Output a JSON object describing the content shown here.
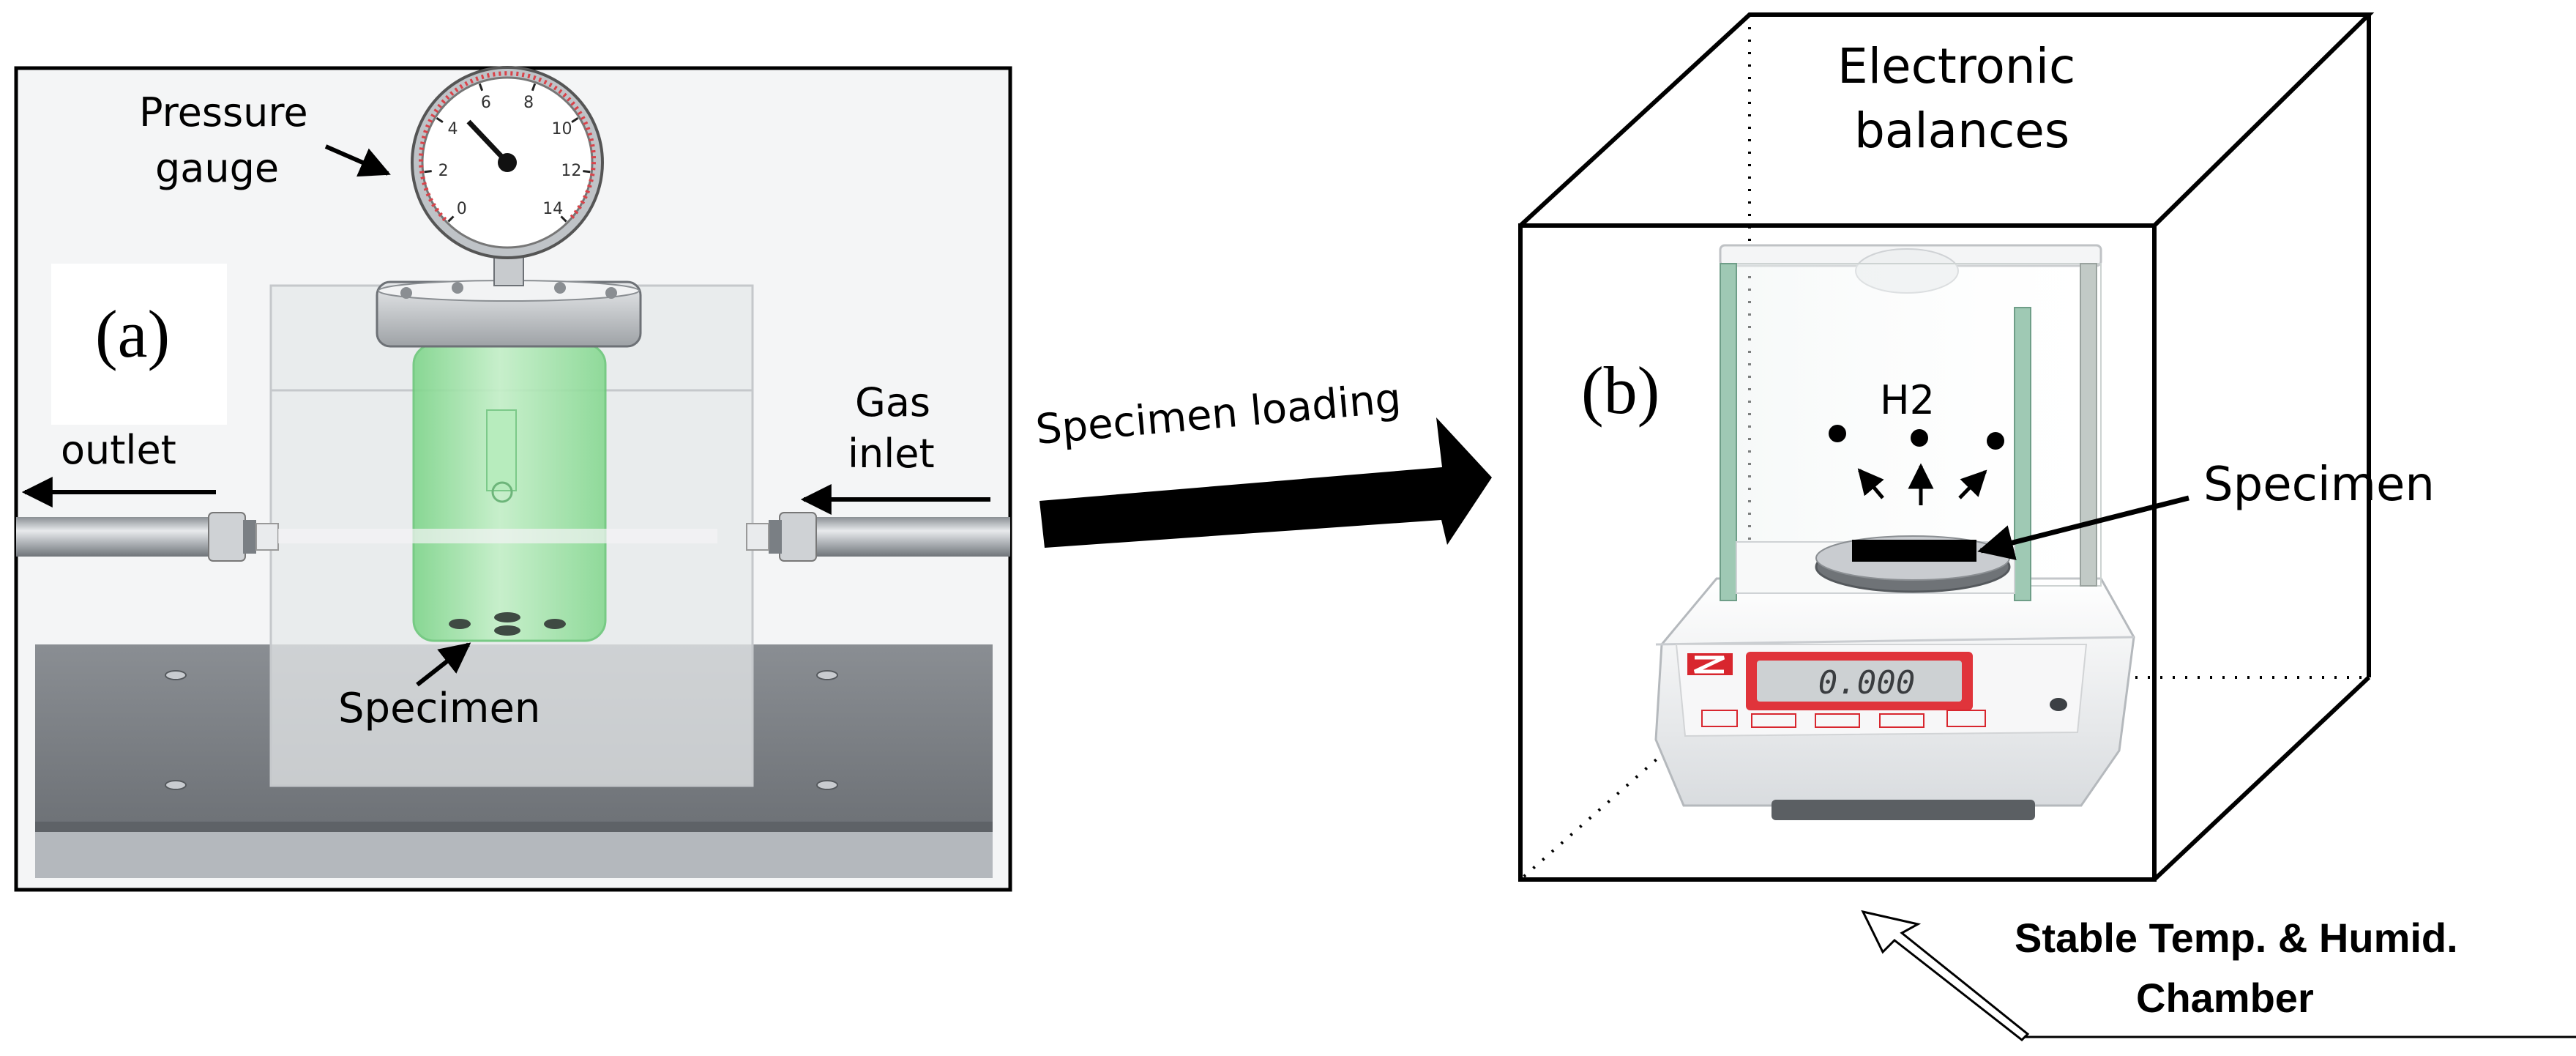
{
  "panel_a": {
    "letter": "(a)",
    "pressure_gauge_label": [
      "Pressure",
      "gauge"
    ],
    "outlet_label": "outlet",
    "gas_inlet_label": [
      "Gas",
      "inlet"
    ],
    "specimen_label": "Specimen",
    "gauge_ticks": [
      "0",
      "2",
      "4",
      "6",
      "8",
      "10",
      "12",
      "14"
    ]
  },
  "transfer_arrow_label": "Specimen loading",
  "panel_b": {
    "letter": "(b)",
    "electronic_balances_label": [
      "Electronic",
      "balances"
    ],
    "h2_label": "H2",
    "specimen_label": "Specimen",
    "display_value": "0.000",
    "chamber_label": [
      "Stable Temp. & Humid.",
      "Chamber"
    ]
  },
  "colors": {
    "vessel_green": "#9fe3a6",
    "base_gray": "#7d8186",
    "display_red": "#e0343b",
    "brand_red": "#d8262e"
  }
}
